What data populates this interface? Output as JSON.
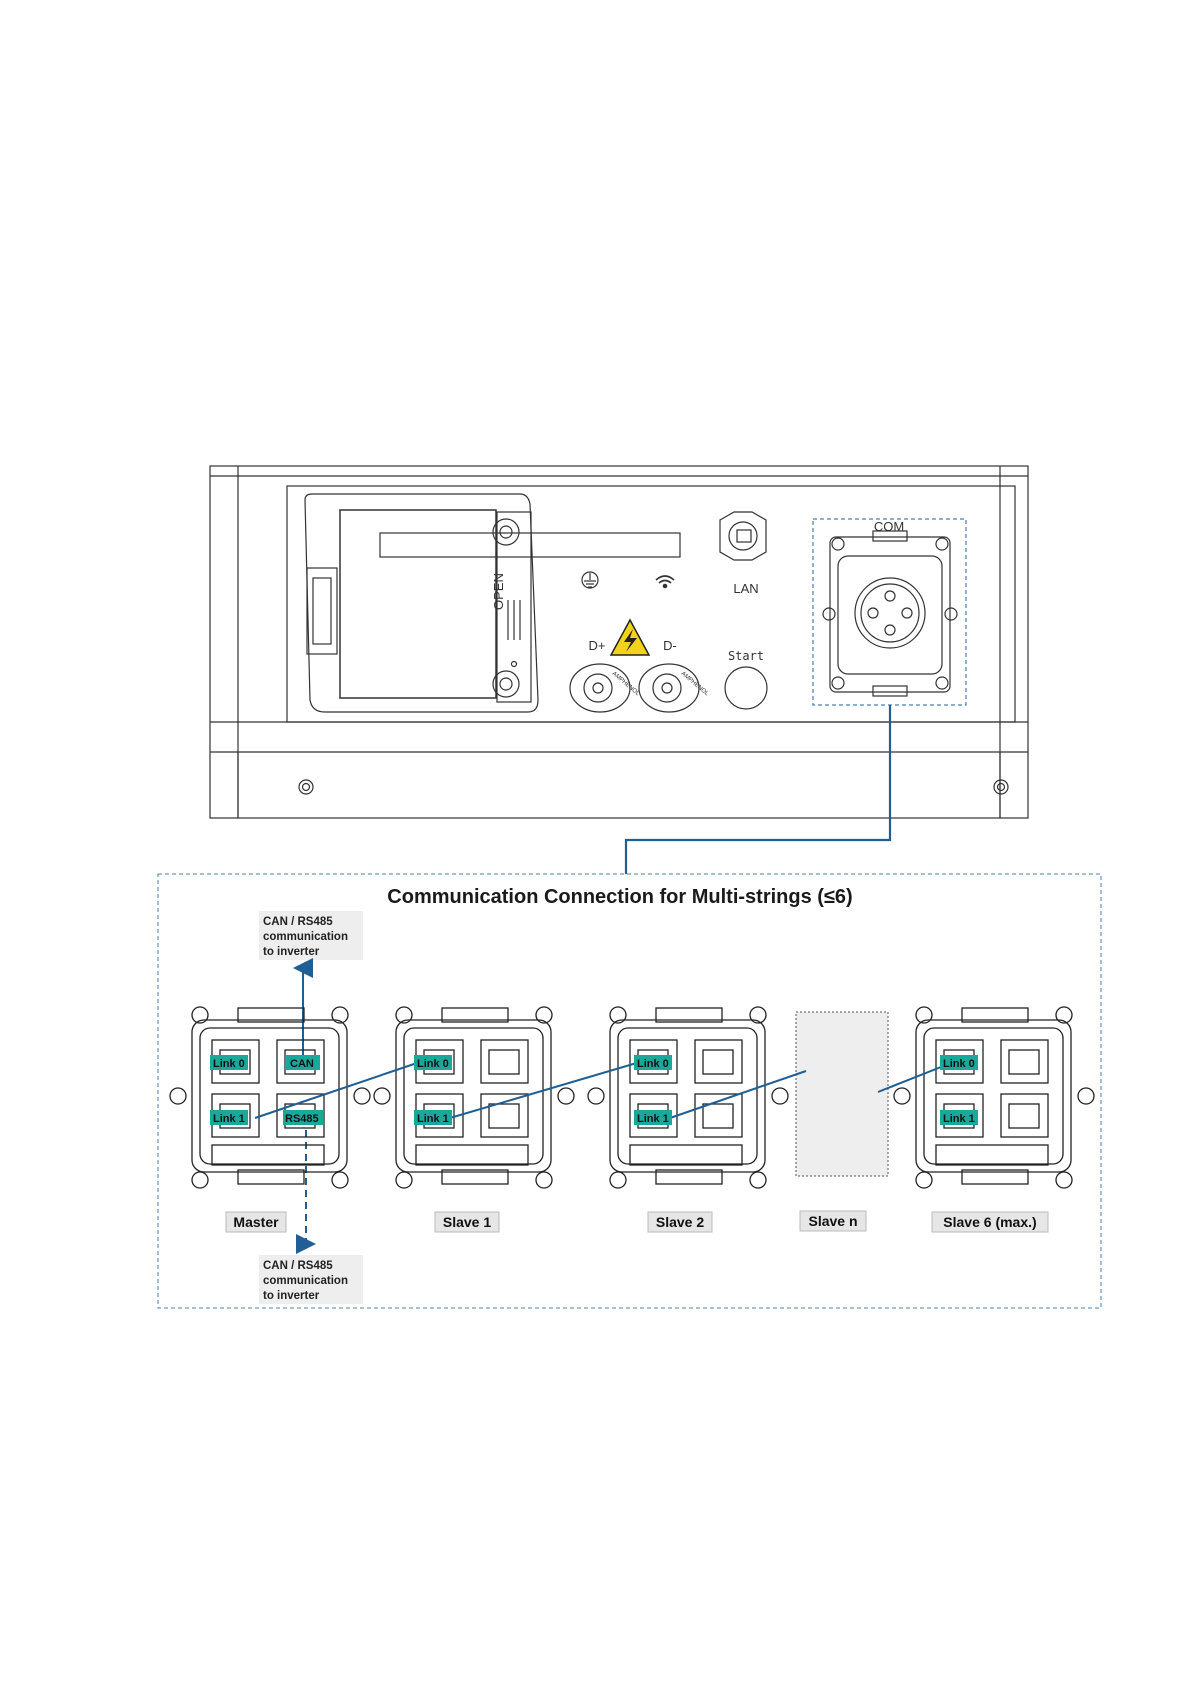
{
  "device": {
    "com_label": "COM",
    "lan_label": "LAN",
    "d_plus_label": "D+",
    "d_minus_label": "D-",
    "start_label": "Start",
    "open_label": "OPEN",
    "connector_text": "AMPHENOL"
  },
  "panel": {
    "title": "Communication Connection for Multi-strings (≤6)",
    "note_top": [
      "CAN / RS485",
      "communication",
      "to inverter"
    ],
    "note_bottom": [
      "CAN / RS485",
      "communication",
      "to inverter"
    ],
    "port_labels": {
      "link0": "Link 0",
      "link1": "Link 1",
      "can": "CAN",
      "rs485": "RS485"
    },
    "units": [
      {
        "name": "Master"
      },
      {
        "name": "Slave 1"
      },
      {
        "name": "Slave 2"
      },
      {
        "name": "Slave n"
      },
      {
        "name": "Slave 6 (max.)"
      }
    ]
  },
  "colors": {
    "link_line": "#1f5f96",
    "port_tag": "#1aa89a",
    "dash_border": "#4a7fb0",
    "outline": "#222222"
  }
}
